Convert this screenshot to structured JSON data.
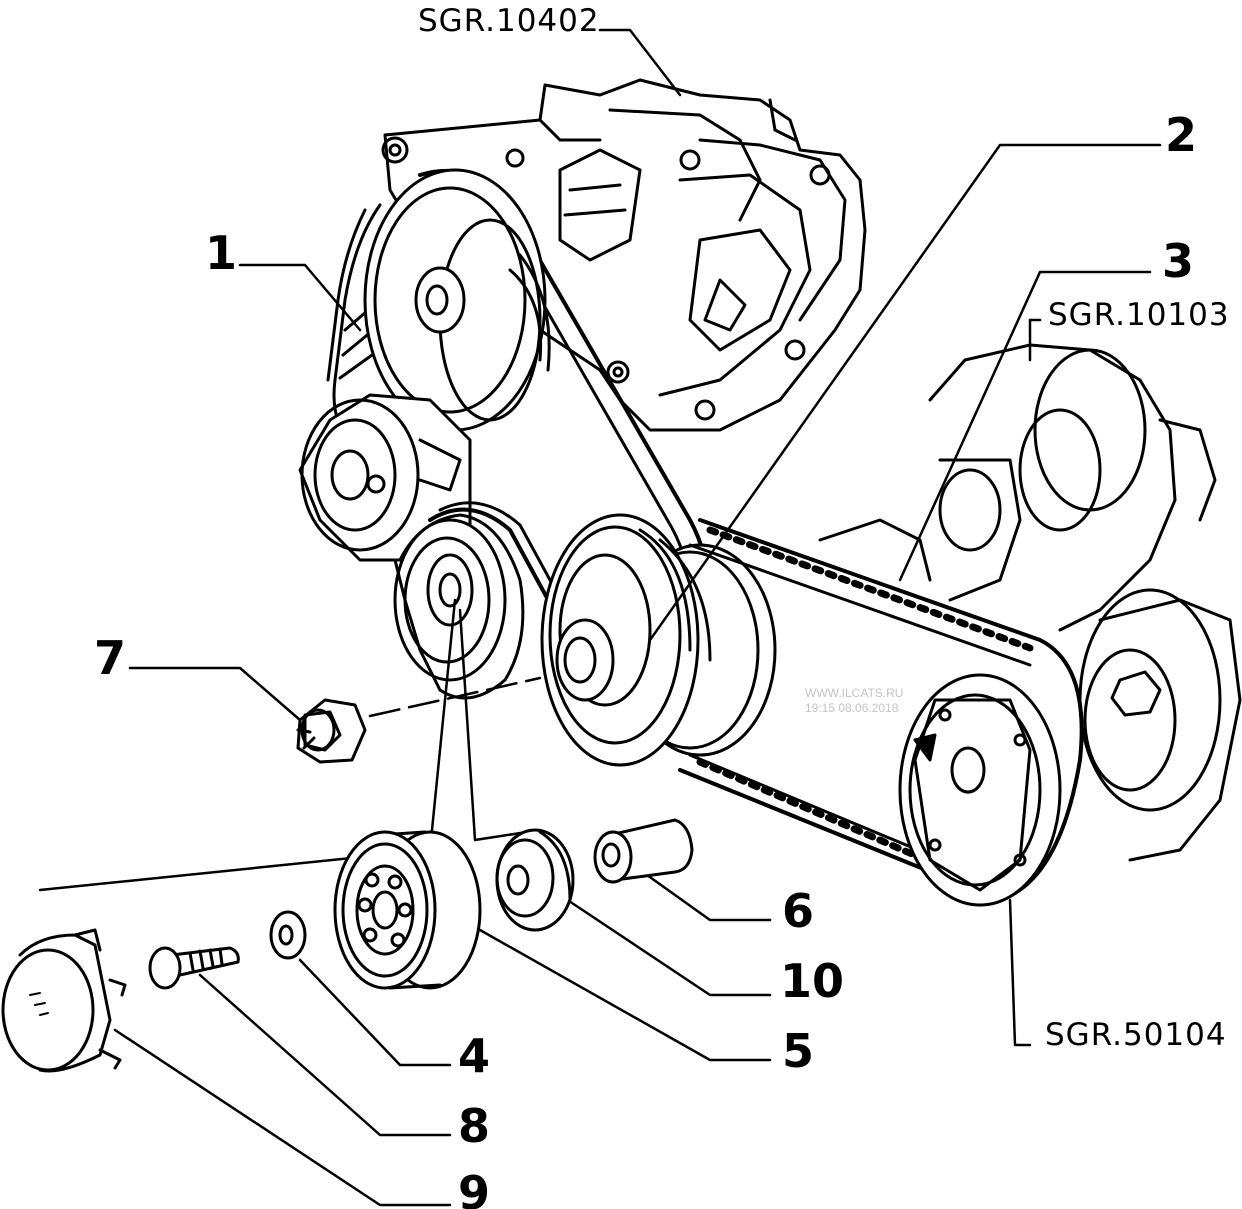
{
  "callouts": {
    "c1": "1",
    "c2": "2",
    "c3": "3",
    "c4": "4",
    "c5": "5",
    "c6": "6",
    "c7": "7",
    "c8": "8",
    "c9": "9",
    "c10": "10"
  },
  "references": {
    "top": "SGR.10402",
    "right": "SGR.10103",
    "bottom": "SGR.50104"
  },
  "watermark": {
    "site": "WWW.ILCATS.RU",
    "stamp": "19:15 08.06.2018"
  },
  "colors": {
    "ink": "#000000",
    "paper": "#ffffff",
    "watermark": "#c4c4c4"
  }
}
